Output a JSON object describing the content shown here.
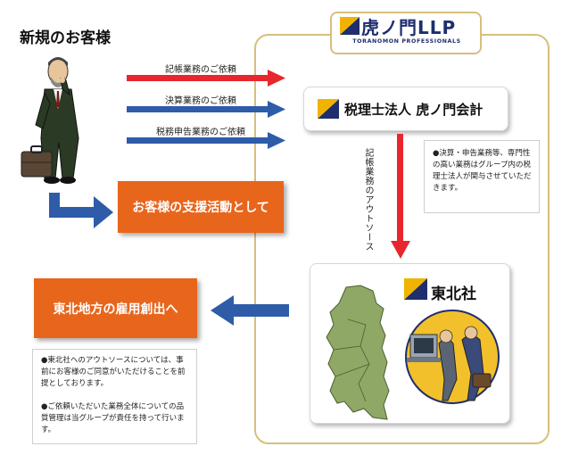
{
  "title": "新規のお客様",
  "logo": {
    "main": "虎ノ門LLP",
    "sub": "TORANOMON PROFESSIONALS"
  },
  "requests": {
    "bookkeeping": "記帳業務のご依頼",
    "settlement": "決算業務のご依頼",
    "tax_return": "税務申告業務のご依頼"
  },
  "tax_firm": "税理士法人 虎ノ門会計",
  "outsourcing": "記帳業務のアウトソース",
  "tax_note": "●決算・申告業務等、専門性の高い業務はグループ内の税理士法人が関与させていただきます。",
  "tohoku": "東北社",
  "support_box": "お客様の支援活動として",
  "employment_box": "東北地方の雇用創出へ",
  "notes": [
    "●東北社へのアウトソースについては、事前にお客様のご同意がいただけることを前提としております。",
    "●ご依頼いただいた業務全体についての品質管理は当グループが責任を持って行います。"
  ],
  "colors": {
    "red_arrow": "#e8262e",
    "blue_arrow": "#2e5ca8",
    "orange": "#e8651c",
    "gold_frame": "#d7bf7b"
  }
}
